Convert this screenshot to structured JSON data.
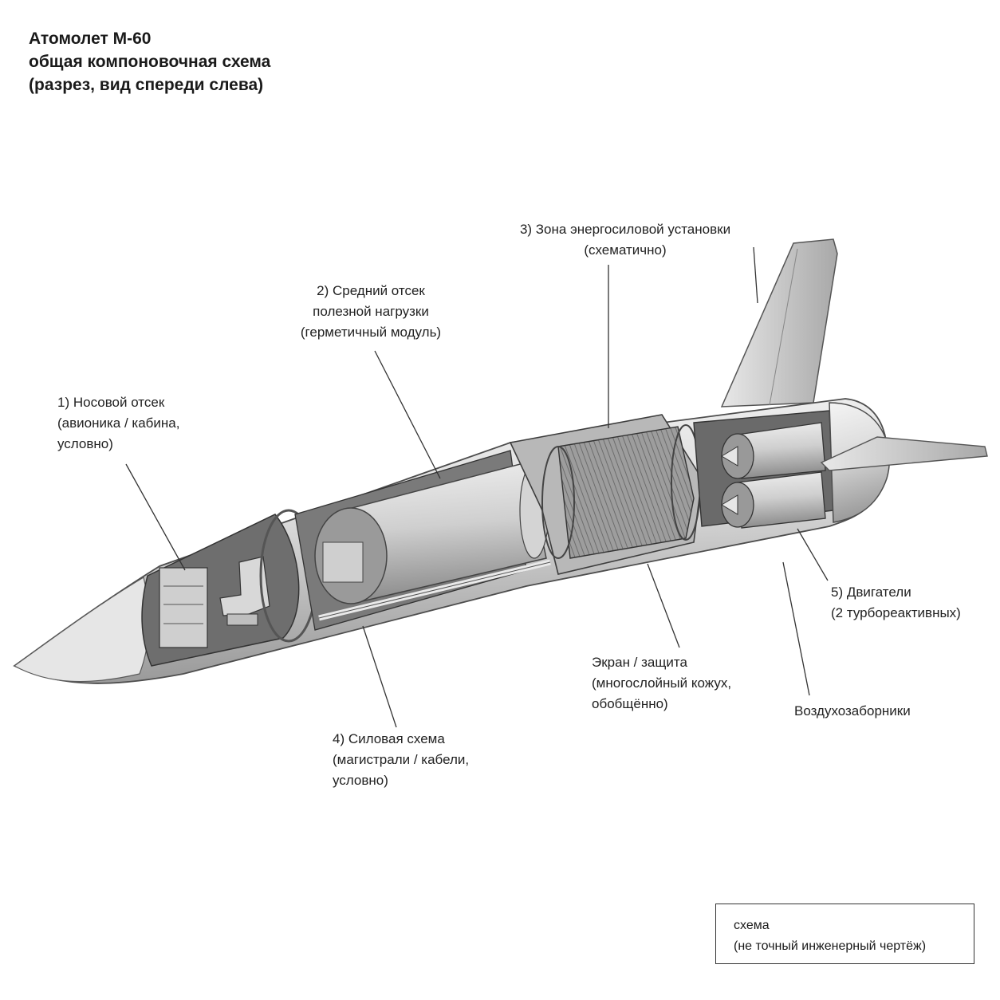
{
  "title": {
    "line1": "Атомолет М-60",
    "line2": "общая компоновочная схема",
    "line3": "(разрез, вид спереди слева)"
  },
  "labels": {
    "nose": {
      "line1": "1) Носовой отсек",
      "line2": "(авионика / кабина,",
      "line3": "условно)"
    },
    "payload": {
      "line1": "2) Средний отсек",
      "line2": "полезной нагрузки",
      "line3": "(герметичный модуль)"
    },
    "powerplant": {
      "line1": "3) Зона энергосиловой установки",
      "line2": "(схематично)"
    },
    "power_circuit": {
      "line1": "4) Силовая схема",
      "line2": "(магистрали / кабели,",
      "line3": "условно)"
    },
    "engines": {
      "line1": "5) Двигатели",
      "line2": "(2 турбореактивных)"
    },
    "shield": {
      "line1": "Экран / защита",
      "line2": "(многослойный кожух,",
      "line3": "обобщённо)"
    },
    "intakes": {
      "line1": "Воздухозаборники"
    }
  },
  "note": {
    "line1": "схема",
    "line2": "(не точный инженерный чертёж)"
  }
}
